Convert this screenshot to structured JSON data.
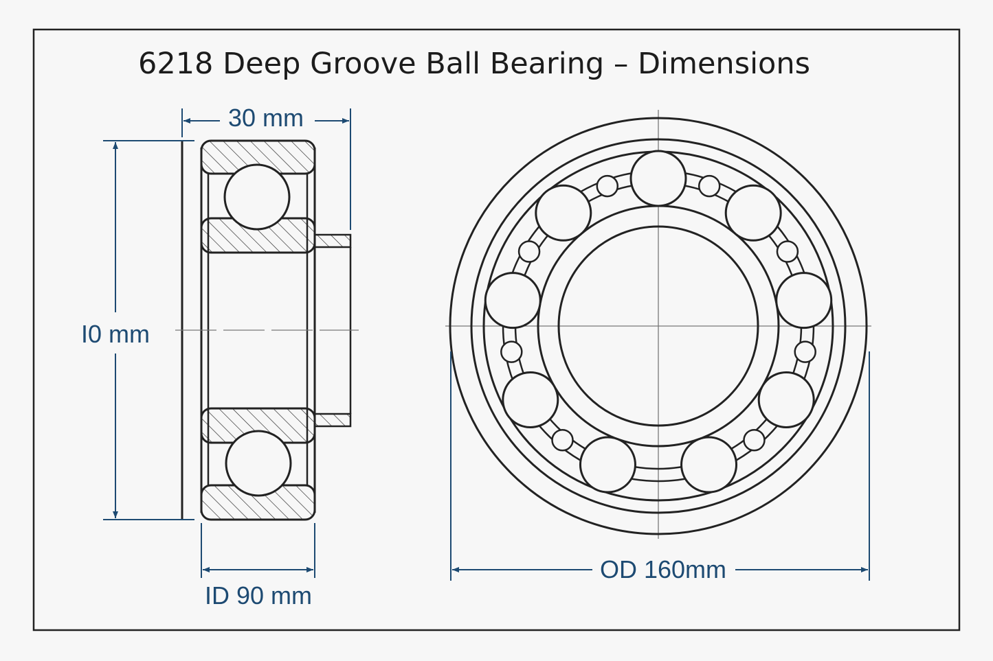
{
  "title": "6218 Deep Groove Ball Bearing – Dimensions",
  "dimensions": {
    "width_label": "30 mm",
    "height_label": "I0 mm",
    "id_label": "ID 90 mm",
    "od_label": "OD 160mm"
  },
  "colors": {
    "line": "#222222",
    "dimension": "#1d4a72",
    "centerline": "#777777",
    "background": "#f7f7f7"
  }
}
